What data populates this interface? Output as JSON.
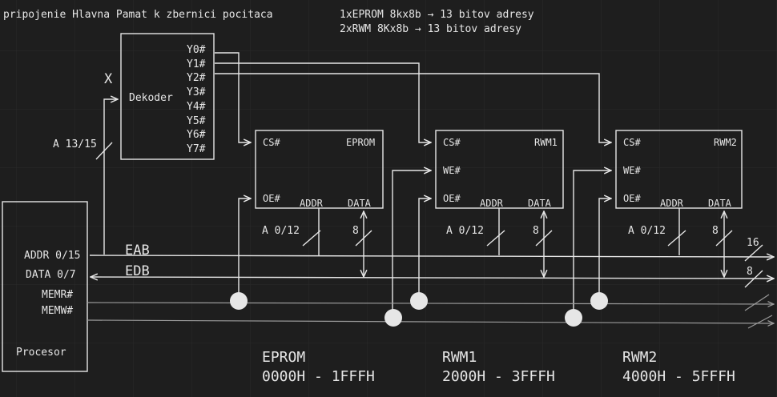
{
  "header": {
    "title": "pripojenie Hlavna Pamat k zbernici pocitaca",
    "note1": "1xEPROM  8kx8b → 13 bitov adresy",
    "note2": "2xRWM    8Kx8b → 13 bitov adresy"
  },
  "decoder": {
    "label": "Dekoder",
    "x_mark": "X",
    "outputs": [
      "Y0#",
      "Y1#",
      "Y2#",
      "Y3#",
      "Y4#",
      "Y5#",
      "Y6#",
      "Y7#"
    ],
    "input_label": "A 13/15"
  },
  "chips": [
    {
      "name": "EPROM",
      "cs": "CS#",
      "we": "",
      "oe": "OE#",
      "addr": "ADDR",
      "data": "DATA",
      "a_bus": "A 0/12",
      "d_bus": "8"
    },
    {
      "name": "RWM1",
      "cs": "CS#",
      "we": "WE#",
      "oe": "OE#",
      "addr": "ADDR",
      "data": "DATA",
      "a_bus": "A 0/12",
      "d_bus": "8"
    },
    {
      "name": "RWM2",
      "cs": "CS#",
      "we": "WE#",
      "oe": "OE#",
      "addr": "ADDR",
      "data": "DATA",
      "a_bus": "A 0/12",
      "d_bus": "8"
    }
  ],
  "processor": {
    "label": "Procesor",
    "pins": [
      "ADDR 0/15",
      "DATA 0/7",
      "MEMR#",
      "MEMW#"
    ]
  },
  "buses": {
    "eab": "EAB",
    "edb": "EDB",
    "eab_width": "16",
    "edb_width": "8"
  },
  "ranges": [
    {
      "name": "EPROM",
      "range": "0000H - 1FFFH"
    },
    {
      "name": "RWM1",
      "range": "2000H - 3FFFH"
    },
    {
      "name": "RWM2",
      "range": "4000H - 5FFFH"
    }
  ]
}
